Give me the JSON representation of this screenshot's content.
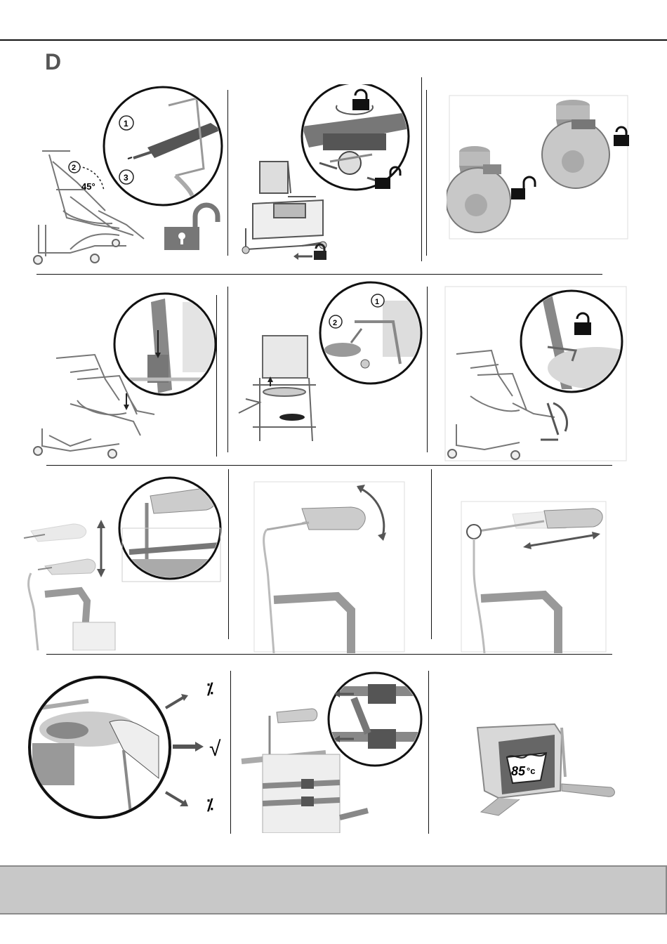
{
  "page": {
    "section_letter": "D"
  },
  "labels": {
    "step1": "1",
    "step2": "2",
    "step3": "3",
    "angle": "45°",
    "temperature": "85",
    "temp_unit": "°c",
    "ok_mark": "√",
    "icons": [
      "lock-icon",
      "unlock-icon",
      "rotate-arrow-icon",
      "double-arrow-icon",
      "no-icon",
      "check-icon",
      "wash-symbol-icon"
    ]
  }
}
